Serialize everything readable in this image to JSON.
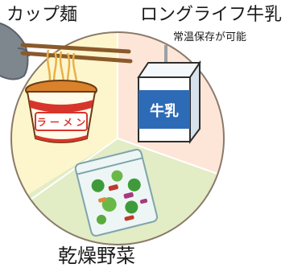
{
  "sections": {
    "cup_noodles": {
      "label": "カップ麺",
      "cup_text": "ラ ー メ ン"
    },
    "long_life_milk": {
      "label": "ロングライフ牛乳",
      "note": "常温保存が可能",
      "carton_text": "牛乳"
    },
    "dried_vegetables": {
      "label": "乾燥野菜"
    }
  },
  "colors": {
    "cup_section_bg": "#fdf6cd",
    "milk_section_bg": "#fde6d8",
    "veg_section_bg": "#e2ecc5",
    "circle_border": "#8a7a6a",
    "cup_label_red": "#c8322a",
    "carton_blue": "#2e6bb6"
  },
  "icons": [
    "hand-icon",
    "chopsticks-icon",
    "noodle-cup-icon",
    "milk-carton-icon",
    "dried-vegetable-bag-icon"
  ]
}
